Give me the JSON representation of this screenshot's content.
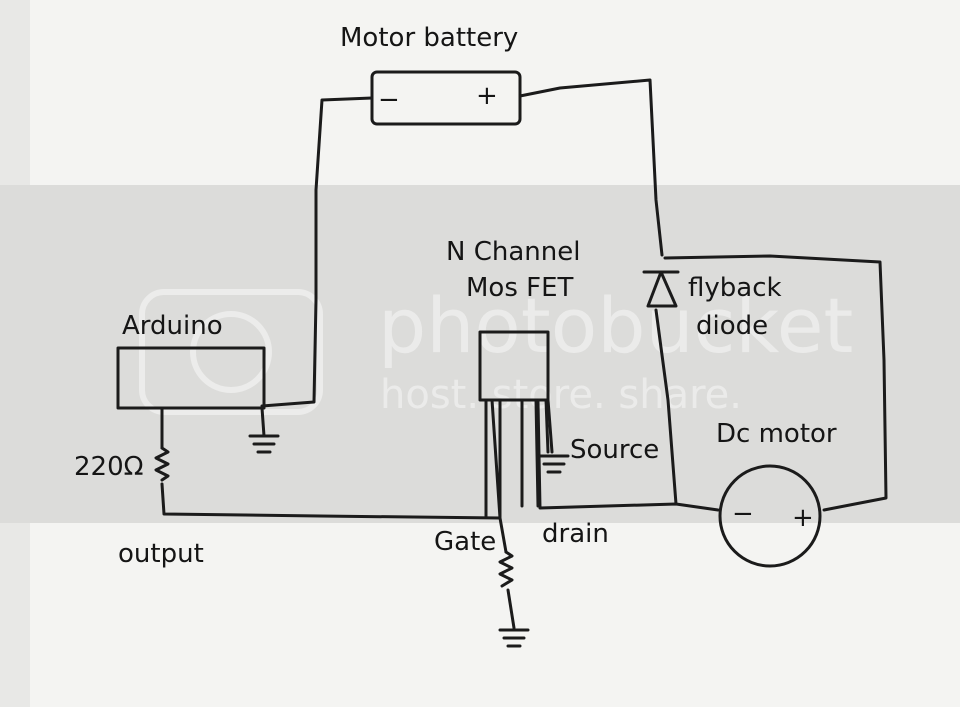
{
  "labels": {
    "motor_battery": "Motor battery",
    "battery_minus": "−",
    "battery_plus": "+",
    "arduino": "Arduino",
    "resistor_value": "220Ω",
    "output": "output",
    "n_channel": "N Channel",
    "mosfet": "Mos FET",
    "source": "Source",
    "gate": "Gate",
    "drain": "drain",
    "flyback": "flyback",
    "diode": "diode",
    "dc_motor": "Dc motor",
    "motor_minus": "−",
    "motor_plus": "+"
  },
  "watermark": {
    "brand": "photobucket",
    "tagline": "host. store. share."
  },
  "colors": {
    "paper": "#f4f4f2",
    "band": "#dcdcda",
    "ink": "#1b1b1b"
  }
}
